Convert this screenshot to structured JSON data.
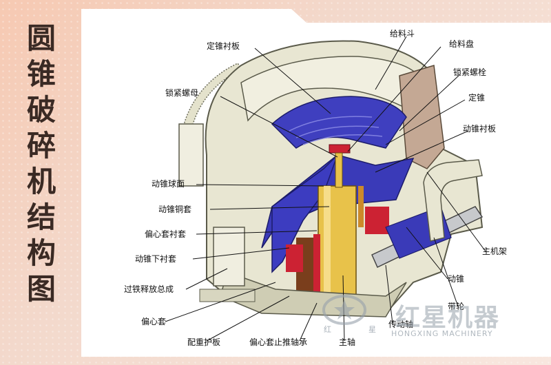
{
  "title": "圆锥破碎机结构图",
  "colors": {
    "background_pink": "#f3d9cc",
    "casing": "#e8e6d2",
    "liner_blue": "#3f3fbf",
    "shaft_yellow": "#e8c24a",
    "red_parts": "#cc2233",
    "brown_parts": "#7a3e1c"
  },
  "labels": [
    {
      "key": "ding_zhui_chen_ban",
      "text": "定锥衬板"
    },
    {
      "key": "gei_liao_dou",
      "text": "给料斗"
    },
    {
      "key": "gei_liao_pan",
      "text": "给料盘"
    },
    {
      "key": "suo_jin_luo_mu",
      "text": "锁紧螺母"
    },
    {
      "key": "suo_jin_luo_shuan",
      "text": "锁紧螺栓"
    },
    {
      "key": "ding_zhui",
      "text": "定锥"
    },
    {
      "key": "dong_zhui_chen_ban",
      "text": "动锥衬板"
    },
    {
      "key": "dong_zhui_qiu_mian",
      "text": "动锥球面"
    },
    {
      "key": "dong_zhui_tong_tao",
      "text": "动锥铜套"
    },
    {
      "key": "pian_xin_tao_chen_tao",
      "text": "偏心套衬套"
    },
    {
      "key": "dong_zhui_xia_chen_tao",
      "text": "动锥下衬套"
    },
    {
      "key": "guo_tie_shi_fang_zong_cheng",
      "text": "过铁释放总成"
    },
    {
      "key": "pian_xin_tao",
      "text": "偏心套"
    },
    {
      "key": "pei_zhong_hu_ban",
      "text": "配重护板"
    },
    {
      "key": "pian_xin_tao_zhi_tui_zhou_cheng",
      "text": "偏心套止推轴承"
    },
    {
      "key": "zhu_zhou",
      "text": "主轴"
    },
    {
      "key": "chuan_dong_zhou",
      "text": "传动轴"
    },
    {
      "key": "dong_zhui",
      "text": "动锥"
    },
    {
      "key": "zhu_ji_jia",
      "text": "主机架"
    },
    {
      "key": "dai_lun",
      "text": "带轮"
    }
  ],
  "watermark": {
    "brand": "红星机器",
    "brand_en": "HONGXING MACHINERY",
    "hong": "红",
    "xing": "星"
  }
}
